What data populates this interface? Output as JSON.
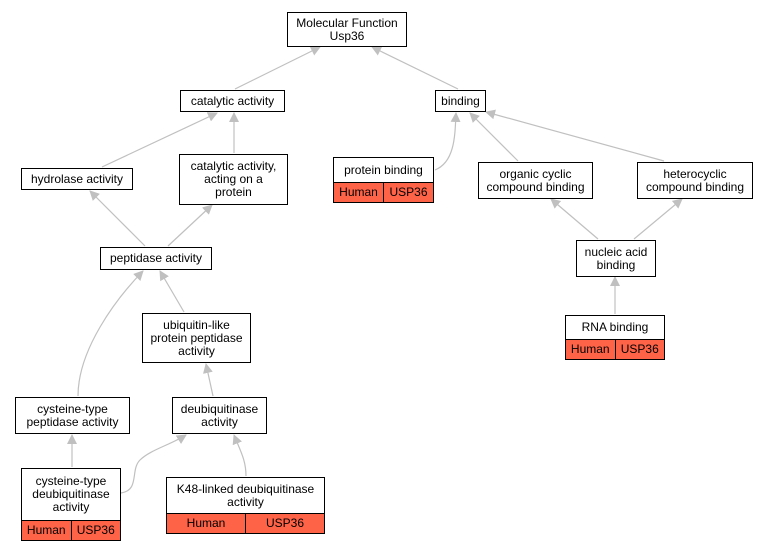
{
  "colors": {
    "annotation_fill": "#ff6347",
    "edge": "#c0c0c0"
  },
  "nodes": [
    {
      "id": "mf",
      "lines": [
        "Molecular Function",
        "Usp36"
      ]
    },
    {
      "id": "cat",
      "lines": [
        "catalytic activity"
      ]
    },
    {
      "id": "bind",
      "lines": [
        "binding"
      ]
    },
    {
      "id": "hyd",
      "lines": [
        "hydrolase activity"
      ]
    },
    {
      "id": "catp",
      "lines": [
        "catalytic activity,",
        "acting on a",
        "protein"
      ]
    },
    {
      "id": "pb",
      "lines": [
        "protein binding"
      ],
      "annotation": [
        "Human",
        "USP36"
      ]
    },
    {
      "id": "occ",
      "lines": [
        "organic cyclic",
        "compound binding"
      ]
    },
    {
      "id": "hcc",
      "lines": [
        "heterocyclic",
        "compound binding"
      ]
    },
    {
      "id": "pep",
      "lines": [
        "peptidase activity"
      ]
    },
    {
      "id": "nab",
      "lines": [
        "nucleic acid",
        "binding"
      ]
    },
    {
      "id": "ubl",
      "lines": [
        "ubiquitin-like",
        "protein peptidase",
        "activity"
      ]
    },
    {
      "id": "rna",
      "lines": [
        "RNA binding"
      ],
      "annotation": [
        "Human",
        "USP36"
      ]
    },
    {
      "id": "cys",
      "lines": [
        "cysteine-type",
        "peptidase activity"
      ]
    },
    {
      "id": "dub",
      "lines": [
        "deubiquitinase",
        "activity"
      ]
    },
    {
      "id": "cdub",
      "lines": [
        "cysteine-type",
        "deubiquitinase",
        "activity"
      ],
      "annotation": [
        "Human",
        "USP36"
      ]
    },
    {
      "id": "k48",
      "lines": [
        "K48-linked deubiquitinase",
        "activity"
      ],
      "annotation": [
        "Human",
        "USP36"
      ]
    }
  ],
  "edges": [
    [
      "cat",
      "mf"
    ],
    [
      "bind",
      "mf"
    ],
    [
      "hyd",
      "cat"
    ],
    [
      "catp",
      "cat"
    ],
    [
      "pb",
      "bind"
    ],
    [
      "occ",
      "bind"
    ],
    [
      "hcc",
      "bind"
    ],
    [
      "pep",
      "hyd"
    ],
    [
      "pep",
      "catp"
    ],
    [
      "nab",
      "occ"
    ],
    [
      "nab",
      "hcc"
    ],
    [
      "rna",
      "nab"
    ],
    [
      "ubl",
      "pep"
    ],
    [
      "cys",
      "pep"
    ],
    [
      "dub",
      "ubl"
    ],
    [
      "cdub",
      "cys"
    ],
    [
      "cdub",
      "dub"
    ],
    [
      "k48",
      "dub"
    ]
  ]
}
